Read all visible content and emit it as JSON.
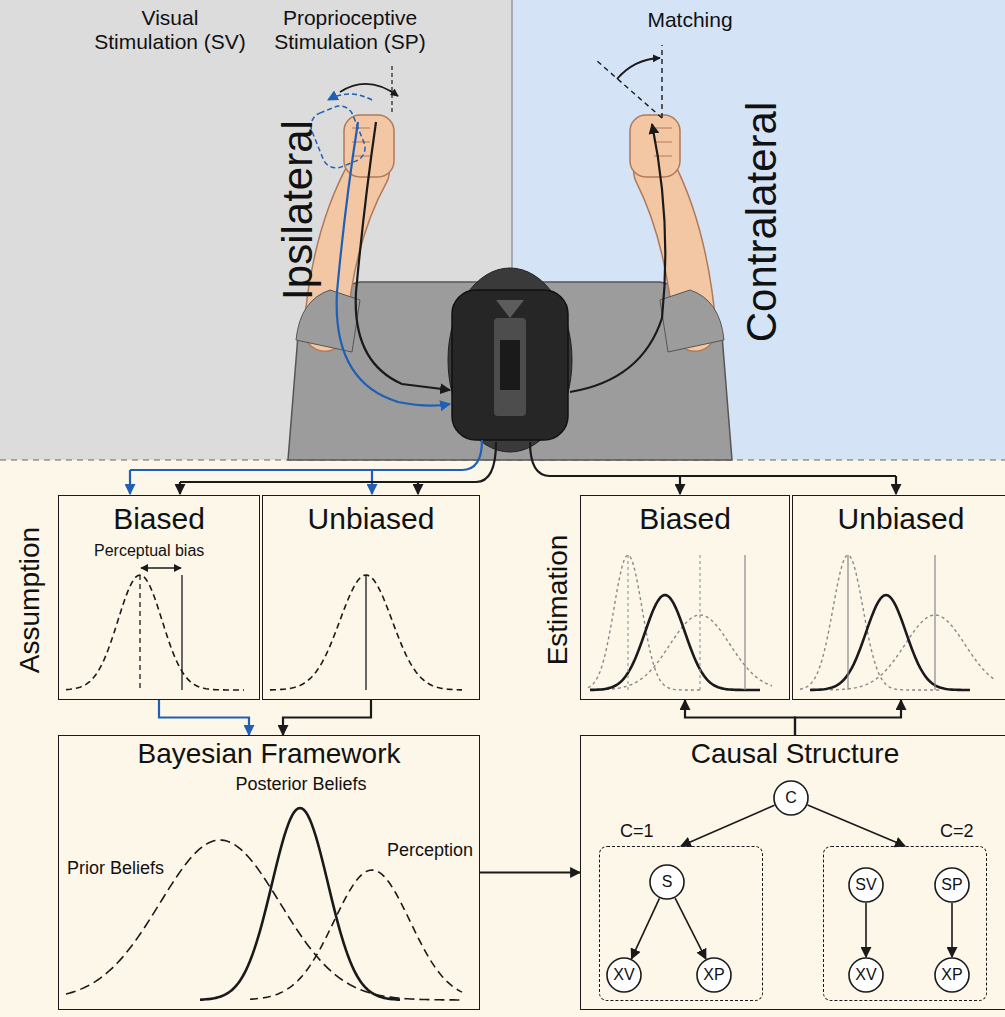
{
  "diagram": {
    "nodes": [
      {
        "text": [
          "Biased",
          "Perceptual bias"
        ]
      },
      {
        "text": [
          "Unbiased"
        ]
      },
      {
        "text": [
          "Biased"
        ]
      },
      {
        "text": [
          "Unbiased"
        ]
      },
      {
        "text": [
          "Bayesian Framework",
          "Prior Beliefs",
          "Posterior Beliefs",
          "Perception"
        ]
      },
      {
        "text": [
          "Causal Structure"
        ]
      },
      {
        "text": [
          "C=1"
        ],
        "in": 5
      },
      {
        "text": [
          "C=2"
        ],
        "in": 5
      },
      {
        "text": [
          "C"
        ],
        "in": 5
      },
      {
        "text": [
          "S"
        ],
        "in": 6
      },
      {
        "text": [
          "XV"
        ],
        "in": 6
      },
      {
        "text": [
          "XP"
        ],
        "in": 6
      },
      {
        "text": [
          "SV"
        ],
        "in": 7
      },
      {
        "text": [
          "SP"
        ],
        "in": 7
      },
      {
        "text": [
          "XV"
        ],
        "in": 7
      },
      {
        "text": [
          "XP"
        ],
        "in": 7
      }
    ],
    "edges": [
      {
        "from": 0,
        "to": 4,
        "arrow": "to"
      },
      {
        "from": 1,
        "to": 4,
        "arrow": "to"
      },
      {
        "from": 4,
        "to": 5,
        "arrow": "to"
      },
      {
        "from": 5,
        "to": 2,
        "arrow": "to"
      },
      {
        "from": 5,
        "to": 3,
        "arrow": "to"
      },
      {
        "from": 8,
        "to": 6,
        "arrow": "to"
      },
      {
        "from": 8,
        "to": 7,
        "arrow": "to"
      },
      {
        "from": 9,
        "to": 10,
        "arrow": "to"
      },
      {
        "from": 9,
        "to": 11,
        "arrow": "to"
      },
      {
        "from": 12,
        "to": 14,
        "arrow": "to"
      },
      {
        "from": 13,
        "to": 15,
        "arrow": "to"
      }
    ],
    "labels": [
      "Visual Stimulation (SV)",
      "Proprioceptive Stimulation (SP)",
      "Matching",
      "Ipsilateral",
      "Contralateral",
      "Assumption",
      "Estimation"
    ]
  }
}
